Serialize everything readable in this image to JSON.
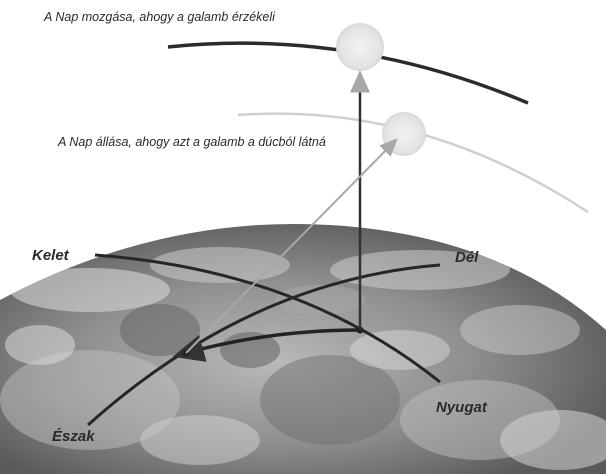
{
  "labels": {
    "sun_motion": "A Nap mozgása, ahogy a galamb érzékeli",
    "sun_position": "A Nap állása, ahogy azt a galamb a dúcból látná"
  },
  "directions": {
    "east": "Kelet",
    "south": "Dél",
    "west": "Nyugat",
    "north": "Észak"
  },
  "colors": {
    "arc_dark": "#2b2b2b",
    "arc_light": "#cfcfcf",
    "arrow_dark": "#333333",
    "arrow_light": "#a8a8a8",
    "sun": "#e6e6e6",
    "earth": "#8d8d8d"
  }
}
